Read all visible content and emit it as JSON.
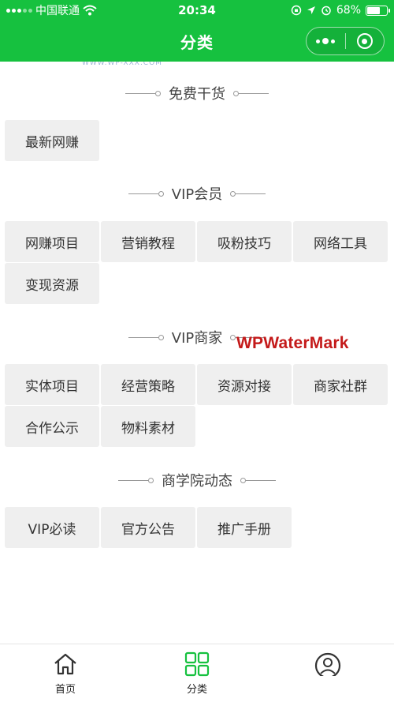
{
  "status_bar": {
    "carrier": "中国联通",
    "time": "20:34",
    "battery": "68%",
    "battery_level": 0.68
  },
  "nav": {
    "title": "分类"
  },
  "faint_text": "WWW.WP-XXX.COM",
  "sections": [
    {
      "title": "免费干货",
      "items": [
        "最新网赚"
      ]
    },
    {
      "title": "VIP会员",
      "items": [
        "网赚项目",
        "营销教程",
        "吸粉技巧",
        "网络工具",
        "变现资源"
      ]
    },
    {
      "title": "VIP商家",
      "items": [
        "实体项目",
        "经营策略",
        "资源对接",
        "商家社群",
        "合作公示",
        "物料素材"
      ]
    },
    {
      "title": "商学院动态",
      "items": [
        "VIP必读",
        "官方公告",
        "推广手册"
      ]
    }
  ],
  "watermark": "WPWaterMark",
  "tabs": [
    {
      "label": "首页",
      "icon": "home-icon"
    },
    {
      "label": "分类",
      "icon": "category-grid-icon",
      "active": true
    },
    {
      "label": "",
      "icon": "user-icon"
    }
  ],
  "colors": {
    "brand_green": "#16c13f",
    "tile_bg": "#efefef",
    "watermark_red": "#c41a1a"
  }
}
